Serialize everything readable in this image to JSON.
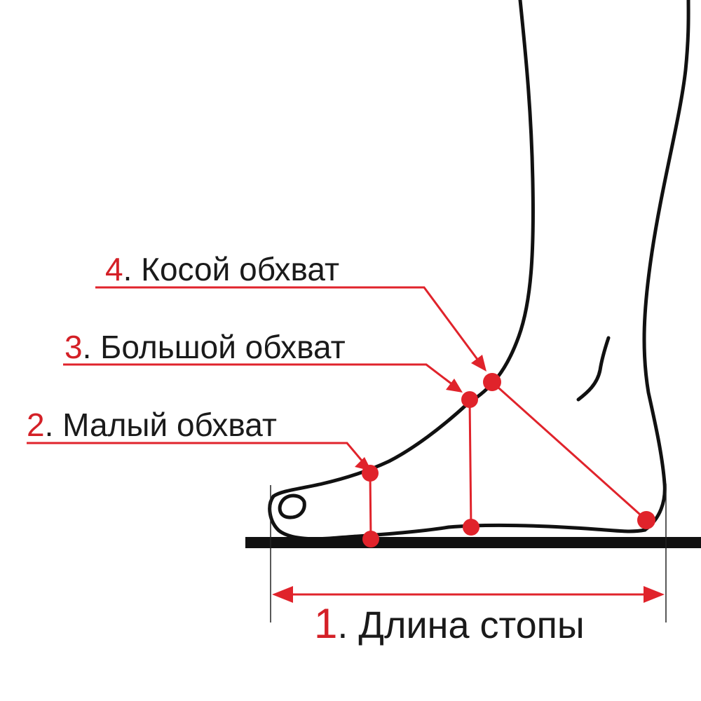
{
  "diagram": {
    "labels": [
      {
        "number": "4",
        "text": ". Косой обхват"
      },
      {
        "number": "3",
        "text": ". Большой обхват"
      },
      {
        "number": "2",
        "text": ". Малый обхват"
      },
      {
        "number": "1",
        "text": ". Длина стопы"
      }
    ],
    "colors": {
      "accent": "#e0232b",
      "outline": "#111111",
      "background": "#ffffff"
    }
  }
}
